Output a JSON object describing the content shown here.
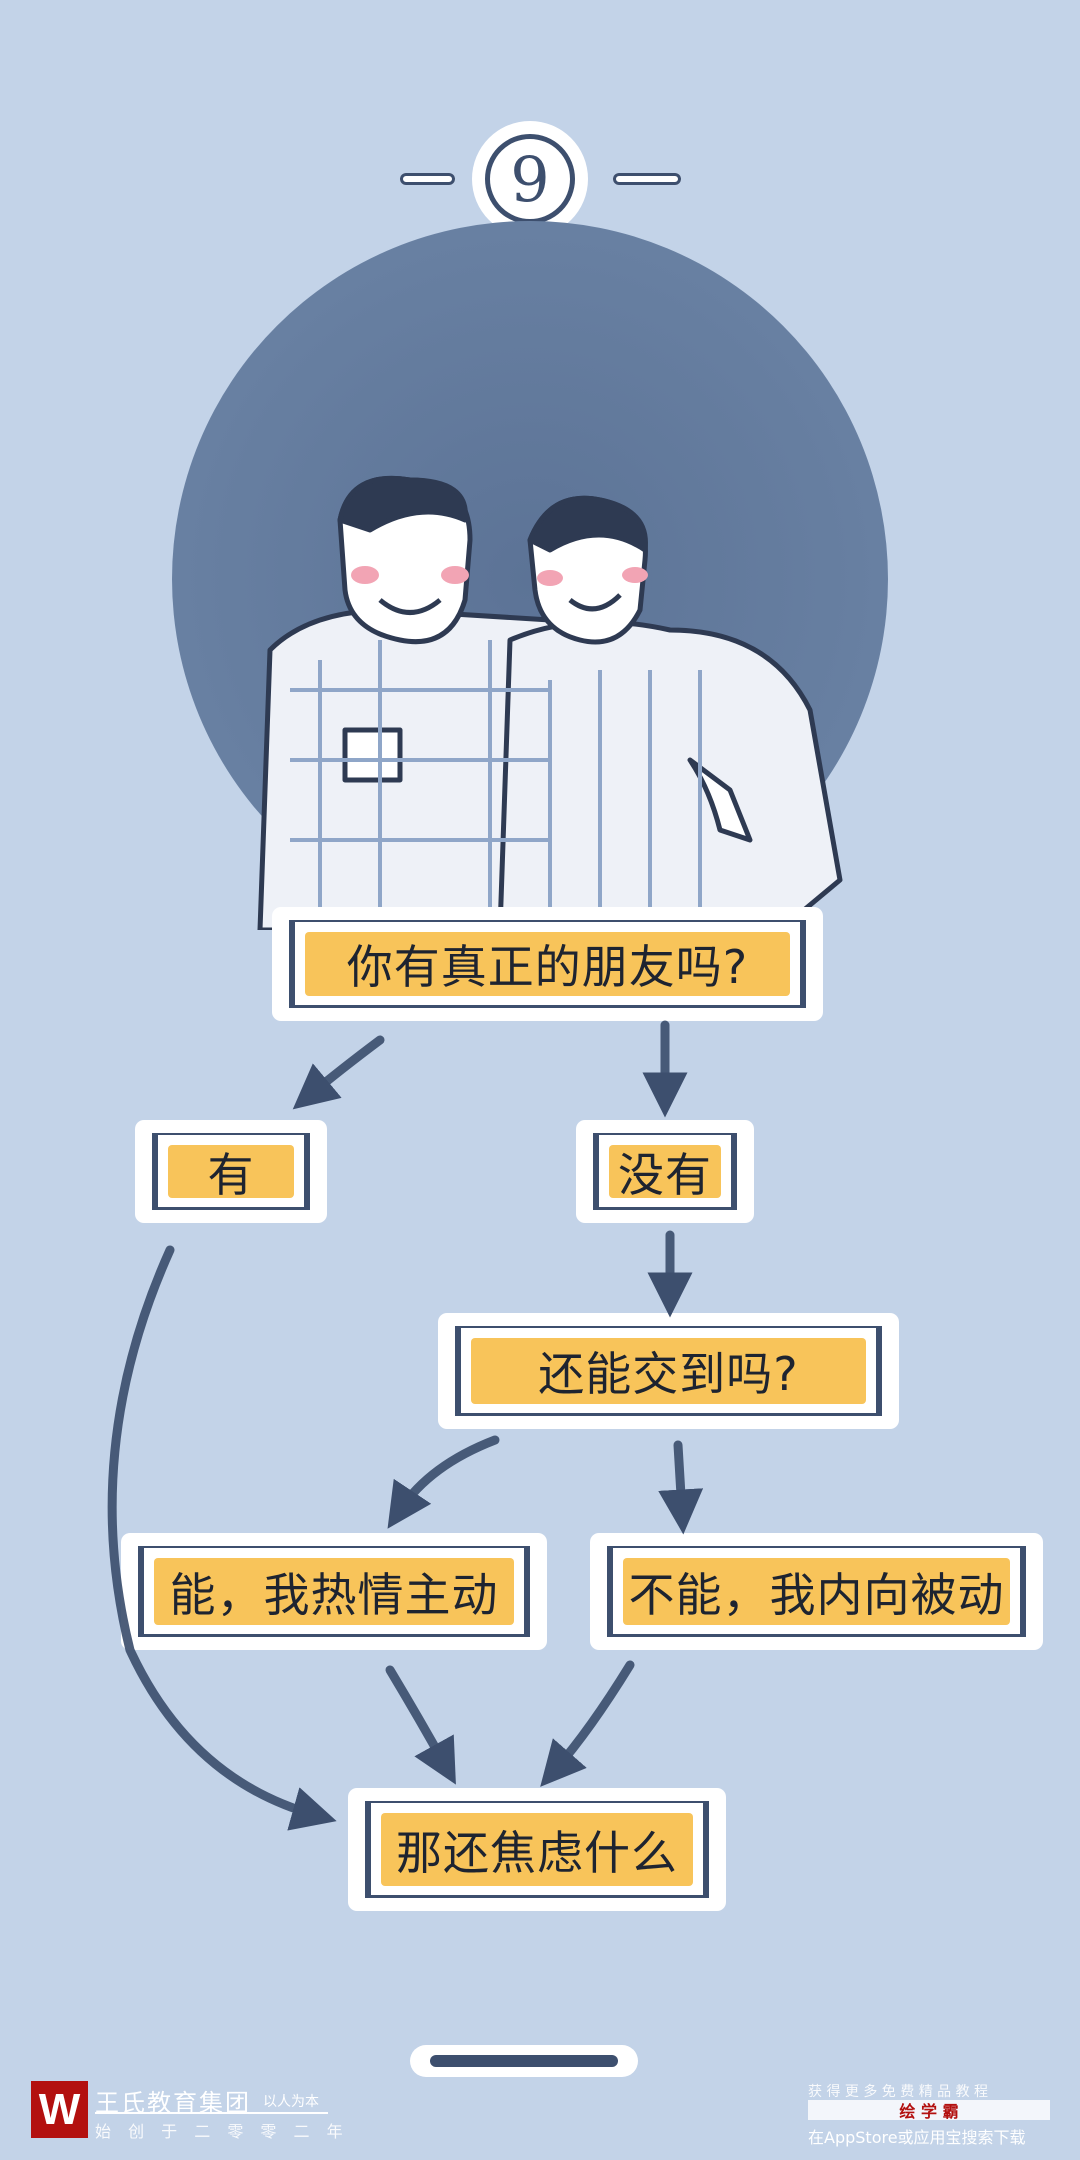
{
  "header": {
    "number": "9"
  },
  "flow": {
    "q1": "你有真正的朋友吗?",
    "yes": "有",
    "no": "没有",
    "q2": "还能交到吗?",
    "can": "能，我热情主动",
    "cannot": "不能，我内向被动",
    "end": "那还焦虑什么"
  },
  "footer": {
    "brand": "王氏教育集团",
    "motto": "以人为本",
    "founded": "始 创 于 二 零 零 二 年",
    "promo_top": "获 得 更 多 免 费 精 品 教 程",
    "app_name": "绘 学 霸",
    "promo_bottom": "在AppStore或应用宝搜索下载"
  },
  "colors": {
    "background": "#c3d3e8",
    "circle": "#5e7597",
    "box_fill": "#f8c45a",
    "ink": "#3d4f6e",
    "logo_red": "#b3100f"
  }
}
